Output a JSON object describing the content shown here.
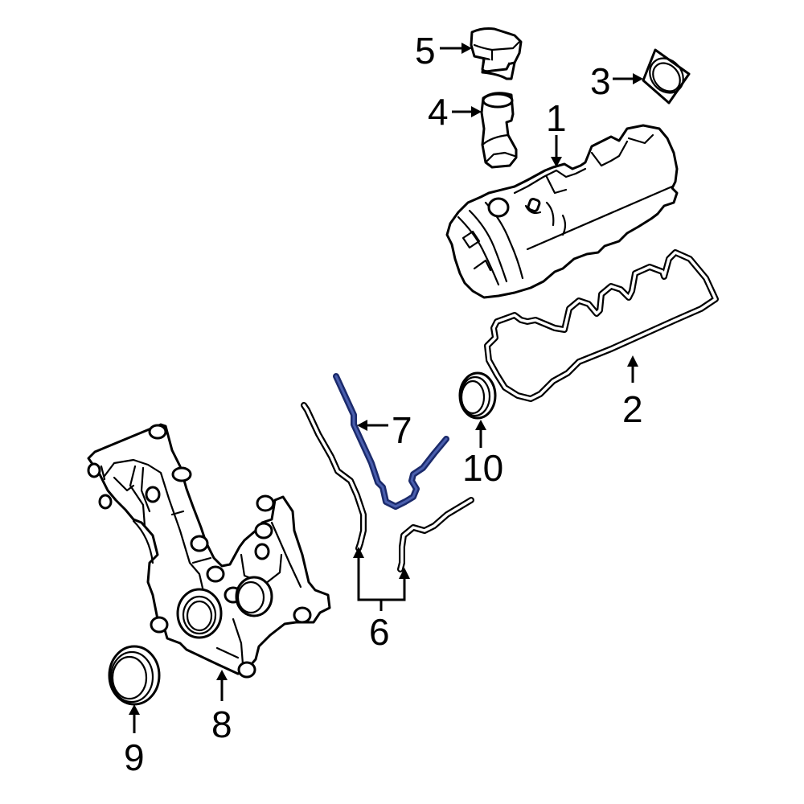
{
  "diagram": {
    "type": "exploded-parts-diagram",
    "highlight_color": "#2e3f8f",
    "line_color": "#000000",
    "background": "#ffffff",
    "callouts": [
      {
        "id": "1",
        "label": "1",
        "part": "valve-cover"
      },
      {
        "id": "2",
        "label": "2",
        "part": "valve-cover-gasket"
      },
      {
        "id": "3",
        "label": "3",
        "part": "pcv-valve-grommet"
      },
      {
        "id": "4",
        "label": "4",
        "part": "oil-filler-tube"
      },
      {
        "id": "5",
        "label": "5",
        "part": "oil-filler-cap"
      },
      {
        "id": "6",
        "label": "6",
        "part": "timing-cover-gaskets"
      },
      {
        "id": "7",
        "label": "7",
        "part": "timing-cover-gasket-highlighted"
      },
      {
        "id": "8",
        "label": "8",
        "part": "timing-cover"
      },
      {
        "id": "9",
        "label": "9",
        "part": "front-crankshaft-seal"
      },
      {
        "id": "10",
        "label": "10",
        "part": "camshaft-seal"
      }
    ]
  }
}
